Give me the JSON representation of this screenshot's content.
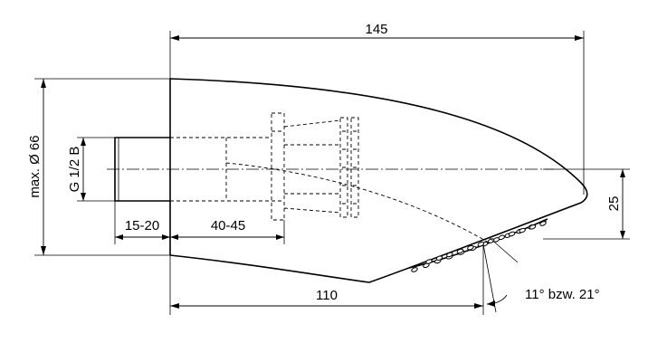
{
  "dimensions": {
    "total_length": "145",
    "max_diameter": "max. Ø 66",
    "thread": "G 1/2 B",
    "thread_length": "15-20",
    "insert_depth": "40-45",
    "offset_length": "110",
    "spray_angle": "11° bzw. 21°",
    "tip_height": "25"
  }
}
